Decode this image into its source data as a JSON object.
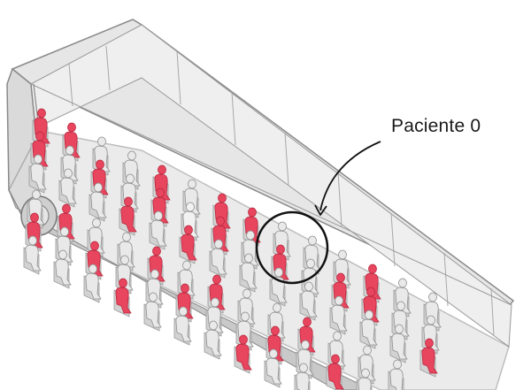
{
  "annotation": {
    "label": "Paciente 0"
  },
  "passengers": {
    "infected_color": "#e8455e",
    "healthy_color": "#e9e9e9",
    "infected_seats": [
      [
        0,
        0
      ],
      [
        0,
        1
      ],
      [
        1,
        0
      ],
      [
        2,
        1
      ],
      [
        3,
        2
      ],
      [
        4,
        0
      ],
      [
        4,
        1
      ],
      [
        5,
        2
      ],
      [
        6,
        0
      ],
      [
        6,
        1
      ],
      [
        7,
        0
      ],
      [
        8,
        1
      ],
      [
        10,
        1
      ],
      [
        11,
        0
      ],
      [
        11,
        1
      ],
      [
        13,
        2
      ],
      [
        0,
        4
      ],
      [
        1,
        3
      ],
      [
        2,
        4
      ],
      [
        3,
        5
      ],
      [
        4,
        3
      ],
      [
        5,
        4
      ],
      [
        6,
        3
      ],
      [
        7,
        5
      ],
      [
        8,
        4
      ],
      [
        9,
        3
      ],
      [
        10,
        4
      ],
      [
        12,
        5
      ]
    ],
    "patient_zero_seat": [
      5,
      1
    ]
  },
  "colors": {
    "bus_body": "#d6d6d6",
    "bus_side": "#e4e4e4",
    "bus_stroke": "#8a8a8a",
    "glass": "#efefef",
    "circle": "#111111",
    "arrow": "#111111"
  }
}
